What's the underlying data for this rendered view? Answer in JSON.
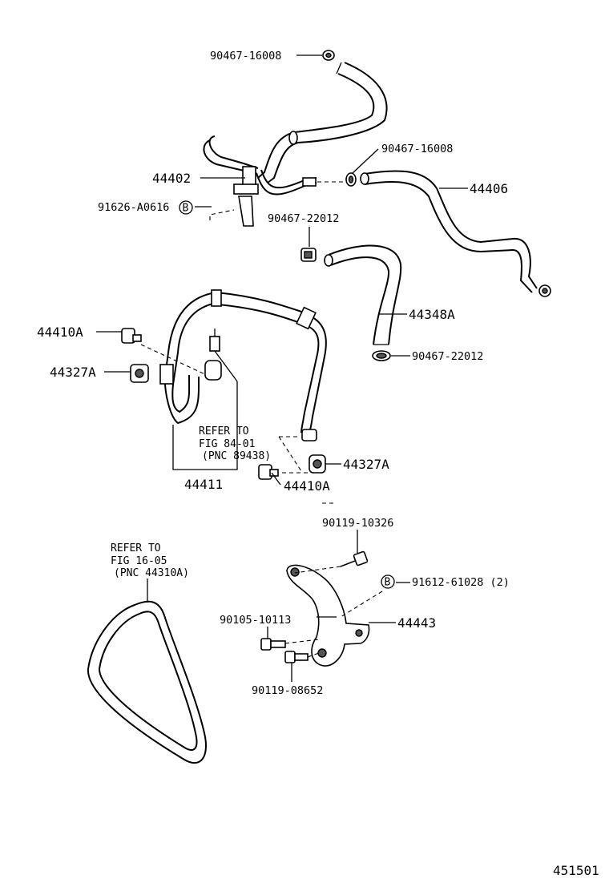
{
  "labels": {
    "p_90467_16008_top": "90467-16008",
    "p_90467_16008_mid": "90467-16008",
    "p_44406": "44406",
    "p_44402": "44402",
    "p_91626_A0616": "91626-A0616",
    "b_marker_1": "B",
    "p_90467_22012_top": "90467-22012",
    "p_44348A": "44348A",
    "p_90467_22012_bottom": "90467-22012",
    "p_44410A_left": "44410A",
    "p_44327A_left": "44327A",
    "p_44327A_right": "44327A",
    "p_44410A_right": "44410A",
    "p_44411": "44411",
    "p_90119_10326": "90119-10326",
    "b_marker_2": "B",
    "p_91612_61028": "91612-61028 (2)",
    "p_90105_10113": "90105-10113",
    "p_44443": "44443",
    "p_90119_08652": "90119-08652"
  },
  "notes": {
    "pipe_ref": [
      "REFER TO",
      "FIG 84-01",
      "(PNC 89438)"
    ],
    "belt_ref": [
      "REFER TO",
      "FIG 16-05",
      "(PNC 44310A)"
    ]
  },
  "figure_number": "451501"
}
